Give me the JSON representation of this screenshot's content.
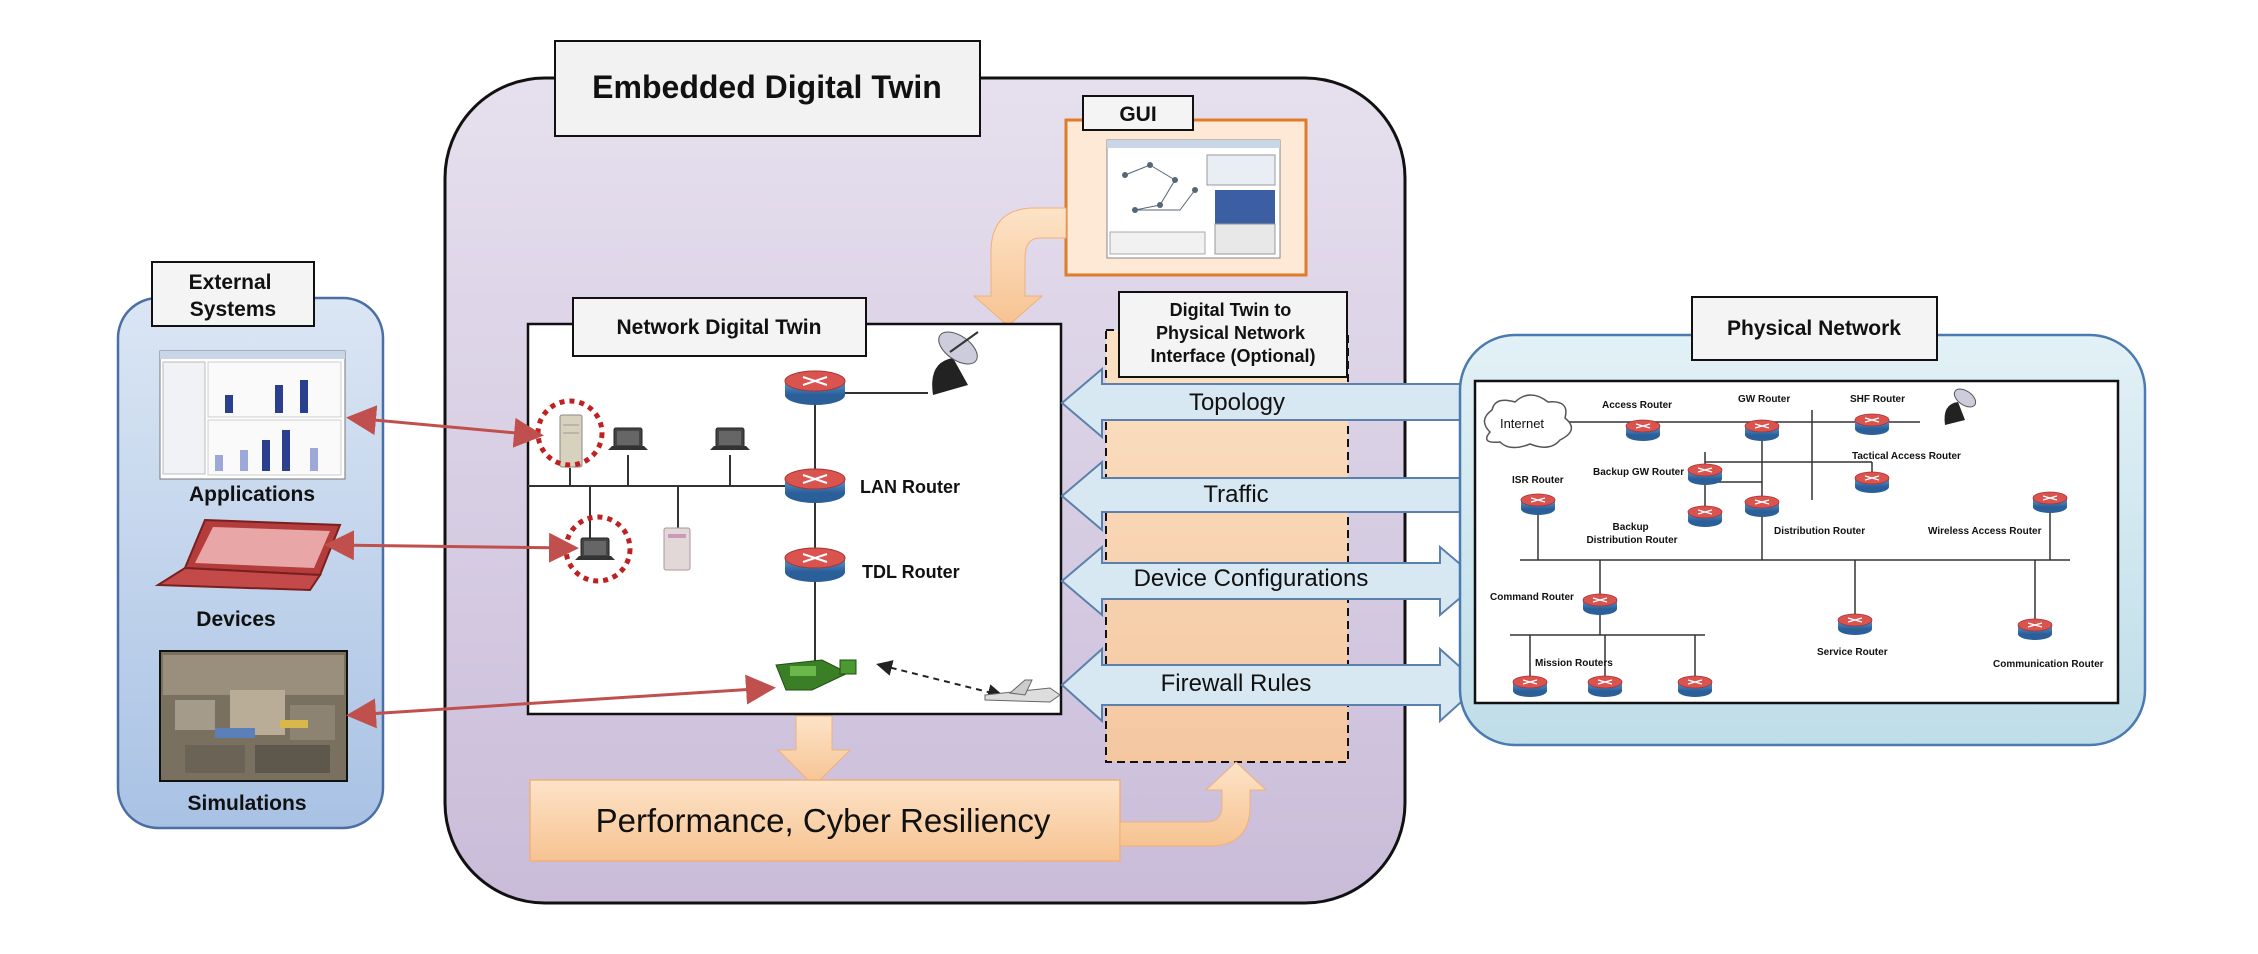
{
  "title": "Embedded Digital Twin",
  "gui_label": "GUI",
  "external": {
    "title": "External Systems",
    "items": [
      "Applications",
      "Devices",
      "Simulations"
    ]
  },
  "ndt": {
    "title": "Network Digital Twin",
    "lan_router": "LAN Router",
    "tdl_router": "TDL Router"
  },
  "interface": {
    "title": "Digital  Twin to Physical Network Interface (Optional)",
    "arrows": [
      "Topology",
      "Traffic",
      "Device Configurations",
      "Firewall Rules"
    ]
  },
  "physical": {
    "title": "Physical Network",
    "labels": {
      "internet": "Internet",
      "access_router": "Access Router",
      "gw_router": "GW Router",
      "shf_router": "SHF Router",
      "backup_gw_router": "Backup GW Router",
      "tactical_access_router": "Tactical Access Router",
      "isr_router": "ISR Router",
      "backup_distribution_router": "Backup Distribution Router",
      "distribution_router": "Distribution Router",
      "wireless_access_router": "Wireless Access Router",
      "command_router": "Command Router",
      "service_router": "Service Router",
      "mission_routers": "Mission Routers",
      "communication_router": "Communication Router"
    }
  },
  "performance": "Performance,  Cyber Resiliency",
  "colors": {
    "main_panel": "#d8d0e4",
    "side_panel": "#b9cde8",
    "physical_panel": "#cfe6ee",
    "peach": "#f9cda2",
    "red_arrow": "#c0504d",
    "blue_arrow": "#d7e8f3",
    "router_blue": "#3b76b4",
    "router_red": "#d9534f",
    "gui_border": "#e07b2a"
  }
}
